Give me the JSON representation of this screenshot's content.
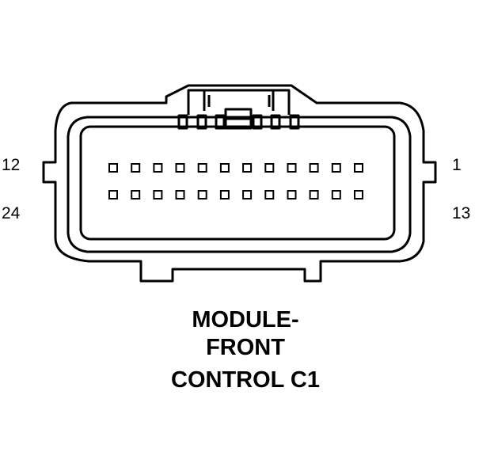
{
  "connector": {
    "title_lines": [
      "MODULE-",
      "FRONT",
      "CONTROL C1"
    ],
    "pin_labels": {
      "top_left": "12",
      "bottom_left": "24",
      "top_right": "1",
      "bottom_right": "13"
    },
    "pins_per_row": 12,
    "rows": 2,
    "line_color": "#000000",
    "background_color": "#ffffff"
  }
}
